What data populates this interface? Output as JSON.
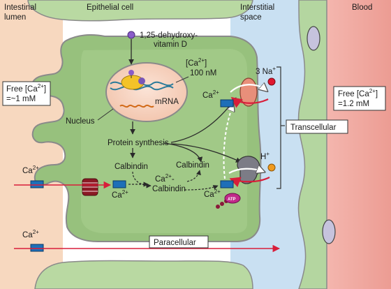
{
  "regions": {
    "intestinal_lumen": [
      "Intestinal",
      "lumen"
    ],
    "epithelial_cell": "Epithelial cell",
    "interstitial_space": [
      "Interstitial",
      "space"
    ],
    "blood": "Blood"
  },
  "hormone": {
    "line1": "1,25-dehydroxy-",
    "line2": "vitamin D"
  },
  "nucleus": {
    "label": "Nucleus",
    "ca_line1": "[Ca",
    "ca_sup": "2+",
    "ca_line1_end": "]",
    "ca_line2": "100 nM",
    "mrna": "mRNA"
  },
  "lumen_box": {
    "line1": "Free [Ca",
    "sup": "2+",
    "line1_end": "]",
    "line2": "=~1 mM"
  },
  "blood_box": {
    "line1": "Free [Ca",
    "sup": "2+",
    "line1_end": "]",
    "line2": "=1.2 mM"
  },
  "pathway": {
    "protein_synthesis": "Protein synthesis",
    "calbindin_left": "Calbindin",
    "calbindin_right": "Calbindin",
    "complex_line1": "Ca",
    "complex_sup": "2+",
    "complex_line1_end": "-",
    "complex_line2": "Calbindin"
  },
  "ions": {
    "ca": "Ca",
    "ca_sup": "2+",
    "na": "3 Na",
    "na_sup": "+",
    "h": "H",
    "h_sup": "+",
    "atp": "ATP"
  },
  "routes": {
    "transcellular": "Transcellular",
    "paracellular": "Paracellular"
  },
  "colors": {
    "lumen": "#f7d8bf",
    "cell": "#97c17d",
    "cell_inner": "#b9d9a2",
    "interstitial": "#c9e0f2",
    "blood": "#f0a8a0",
    "membrane": "#8a8a8a",
    "ca_square": "#1e6fb8",
    "arrow_red": "#d81e3a",
    "na_dot": "#e0172e",
    "h_dot": "#f09a1e",
    "hormone_dot": "#8a5cc9"
  }
}
